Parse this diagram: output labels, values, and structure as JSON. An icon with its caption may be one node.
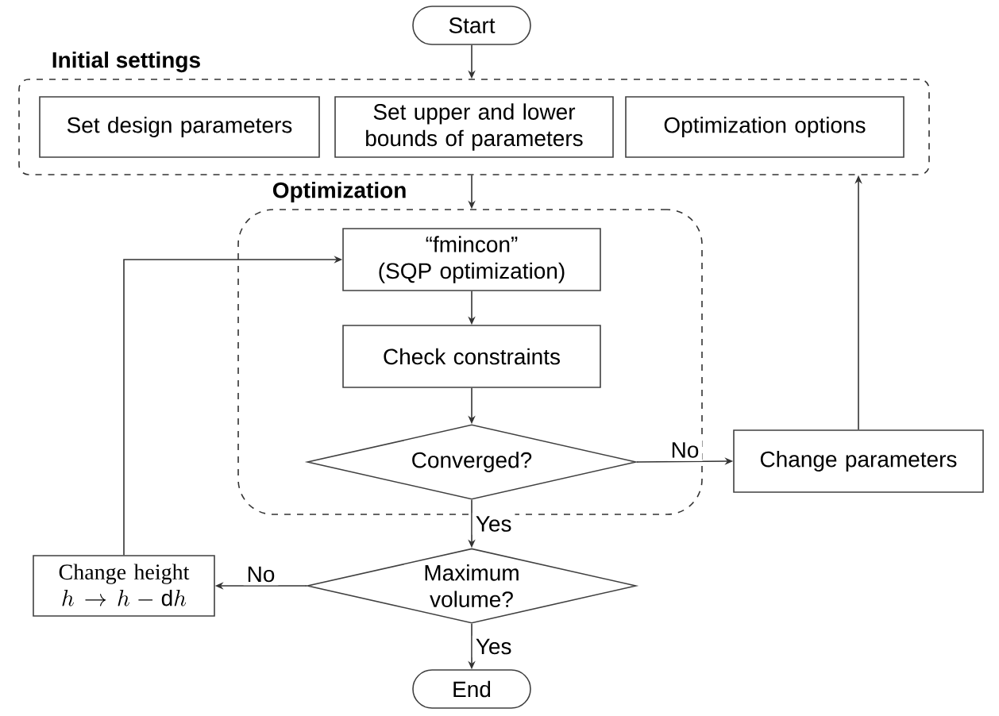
{
  "diagram": {
    "nodes": [
      {
        "text": [
          "Start"
        ]
      },
      {
        "text": [
          "Initial settings"
        ]
      },
      {
        "text": [
          "Set design parameters"
        ],
        "in": 1
      },
      {
        "text": [
          "Set upper and lower bounds of parameters"
        ],
        "in": 1
      },
      {
        "text": [
          "Optimization options"
        ],
        "in": 1
      },
      {
        "text": [
          "Optimization"
        ]
      },
      {
        "text": [
          "“fmincon”",
          "(SQP optimization)"
        ],
        "in": 5
      },
      {
        "text": [
          "Check constraints"
        ],
        "in": 5
      },
      {
        "text": [
          "Converged?"
        ],
        "in": 5
      },
      {
        "text": [
          "Change parameters"
        ]
      },
      {
        "text": [
          "Maximum volume?"
        ]
      },
      {
        "text": [
          "Change height",
          "h \\to h - \\mathrm{d}h"
        ]
      },
      {
        "text": [
          "End"
        ]
      }
    ],
    "edges": [
      {
        "from": 0,
        "to": 1,
        "arrow": "to"
      },
      {
        "from": 1,
        "to": 5,
        "arrow": "to"
      },
      {
        "from": 6,
        "to": 7,
        "arrow": "to"
      },
      {
        "from": 7,
        "to": 8,
        "arrow": "to"
      },
      {
        "from": 8,
        "to": 9,
        "arrow": "to",
        "label": "No"
      },
      {
        "from": 9,
        "to": 1,
        "arrow": "to"
      },
      {
        "from": 8,
        "to": 10,
        "arrow": "to",
        "label": "Yes"
      },
      {
        "from": 10,
        "to": 11,
        "arrow": "to",
        "label": "No"
      },
      {
        "from": 11,
        "to": 6,
        "arrow": "to"
      },
      {
        "from": 10,
        "to": 12,
        "arrow": "to",
        "label": "Yes"
      }
    ]
  }
}
